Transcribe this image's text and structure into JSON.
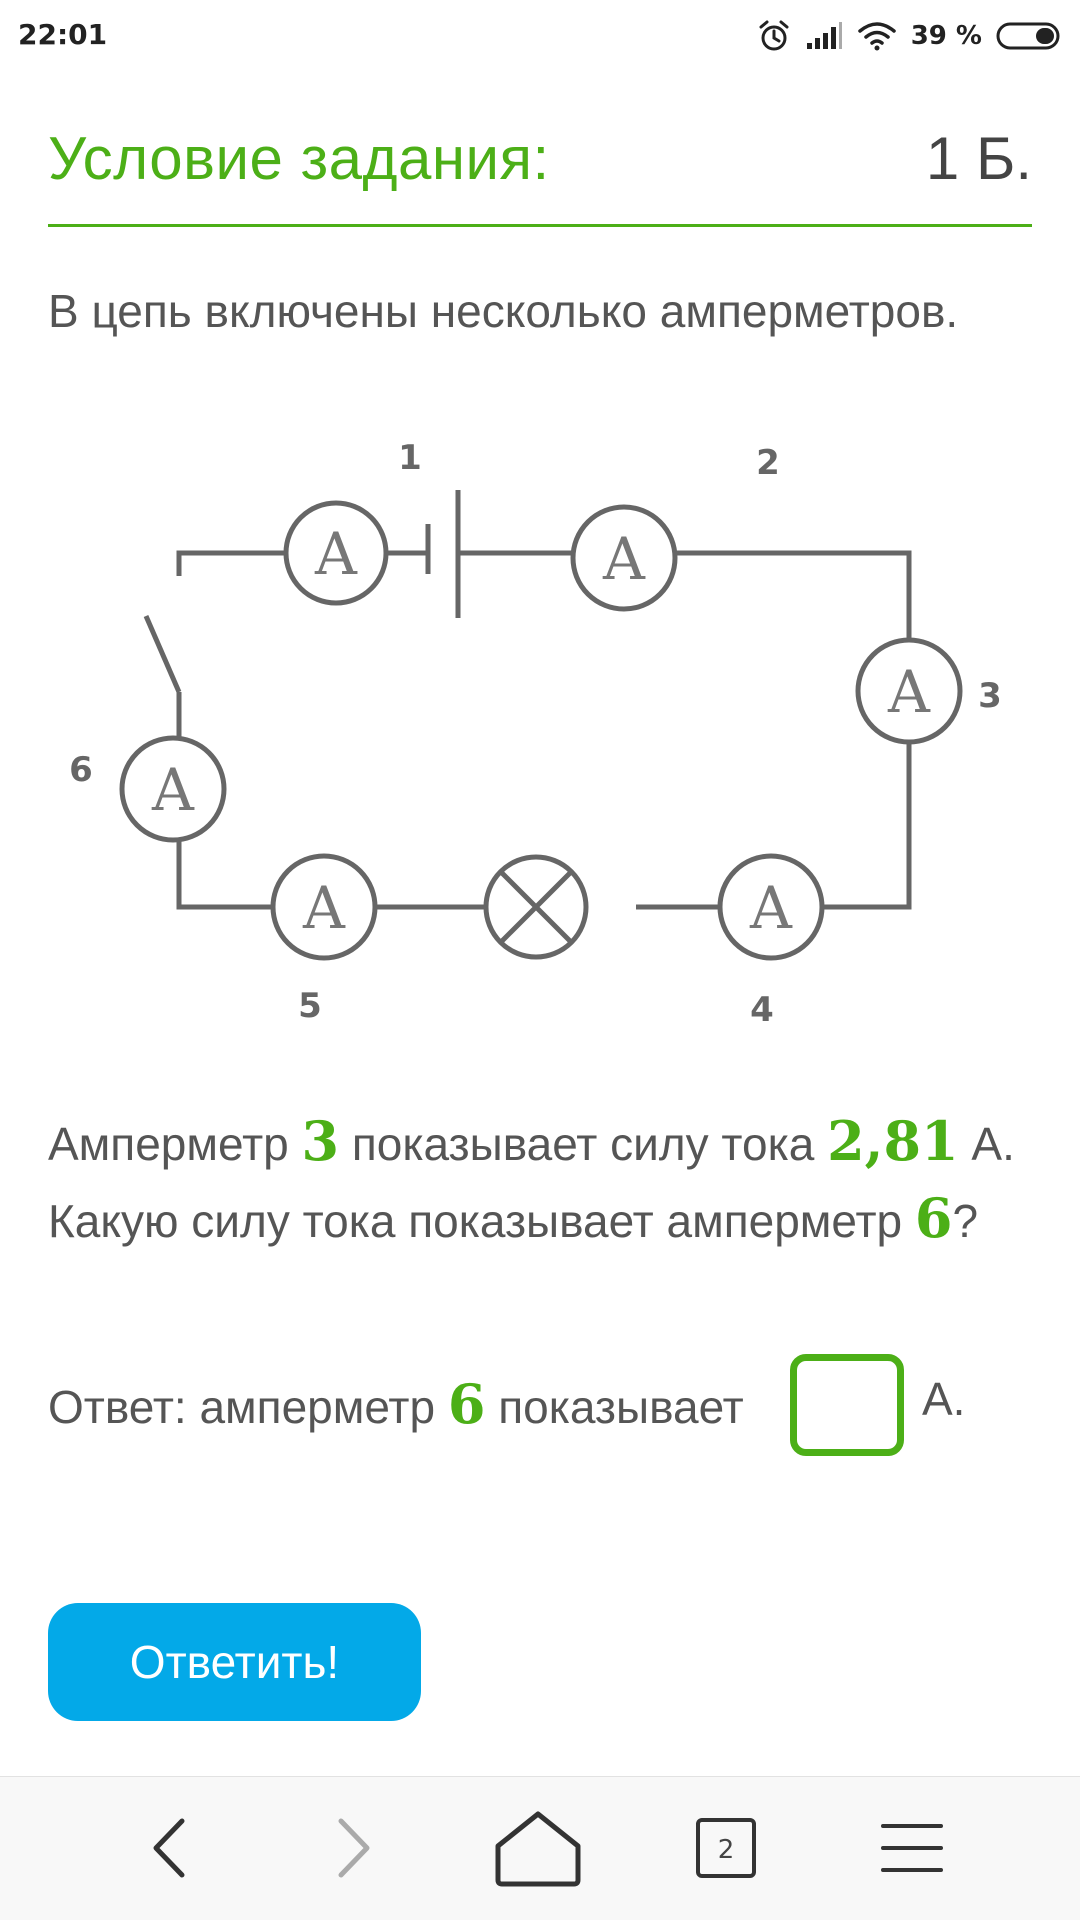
{
  "status_bar": {
    "time": "22:01",
    "battery": "39 %",
    "icons": [
      "alarm-icon",
      "signal-icon",
      "wifi-icon",
      "battery-icon"
    ]
  },
  "task": {
    "title": "Условие задания:",
    "points": "1 Б."
  },
  "intro": "В цепь включены несколько амперметров.",
  "diagram": {
    "ammeter_symbol": "A",
    "ammeter_labels": [
      "1",
      "2",
      "3",
      "4",
      "5",
      "6"
    ]
  },
  "question": {
    "line1_a": "Амперметр ",
    "line1_num": "3",
    "line1_b": " показывает силу тока ",
    "line1_value": "2,81",
    "line1_c": " А.",
    "line2_a": "Какую силу тока показывает амперметр ",
    "line2_num": "6",
    "line2_b": "?"
  },
  "answer": {
    "label_a": "Ответ: амперметр ",
    "label_num": "6",
    "label_b": " показывает",
    "value": "",
    "unit": "А."
  },
  "submit_label": "Ответить!",
  "nav": {
    "tab_count": "2",
    "icons": [
      "back-icon",
      "forward-icon",
      "home-icon",
      "tabs-icon",
      "menu-icon"
    ]
  },
  "colors": {
    "accent_green": "#4caf17",
    "button_blue": "#03a9e8"
  }
}
